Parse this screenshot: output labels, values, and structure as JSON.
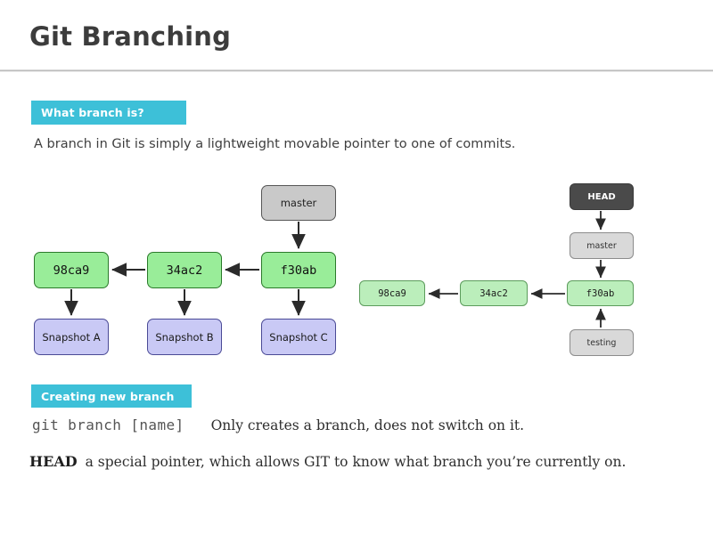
{
  "slide": {
    "title": "Git Branching",
    "accent_color": "#3dc0d8",
    "sections": [
      {
        "banner": "What branch is?"
      },
      {
        "banner": "Creating new branch"
      }
    ],
    "intro_text": "A branch in Git is simply a lightweight movable pointer to one of commits."
  },
  "bottom": {
    "command": "git branch [name]",
    "command_desc": "Only creates a branch, does not switch on it.",
    "head_keyword": "HEAD",
    "head_desc": "a special pointer, which allows GIT to know what branch you’re currently on."
  },
  "diagram_left": {
    "ref_label": "master",
    "commits": [
      "98ca9",
      "34ac2",
      "f30ab"
    ],
    "snapshots": [
      "Snapshot A",
      "Snapshot B",
      "Snapshot C"
    ],
    "colors": {
      "commit_fill": "#99ed99",
      "commit_stroke": "#2b7a2b",
      "snapshot_fill": "#c9c9f5",
      "snapshot_stroke": "#4a4a96",
      "ref_fill": "#c9c9c9",
      "ref_stroke": "#565656"
    }
  },
  "diagram_right": {
    "head_label": "HEAD",
    "branch_labels": [
      "master",
      "testing"
    ],
    "commits": [
      "98ca9",
      "34ac2",
      "f30ab"
    ],
    "colors": {
      "head_fill": "#4a4a4a",
      "commit_fill": "#bbeebb",
      "ref_fill": "#d9d9d9"
    }
  }
}
